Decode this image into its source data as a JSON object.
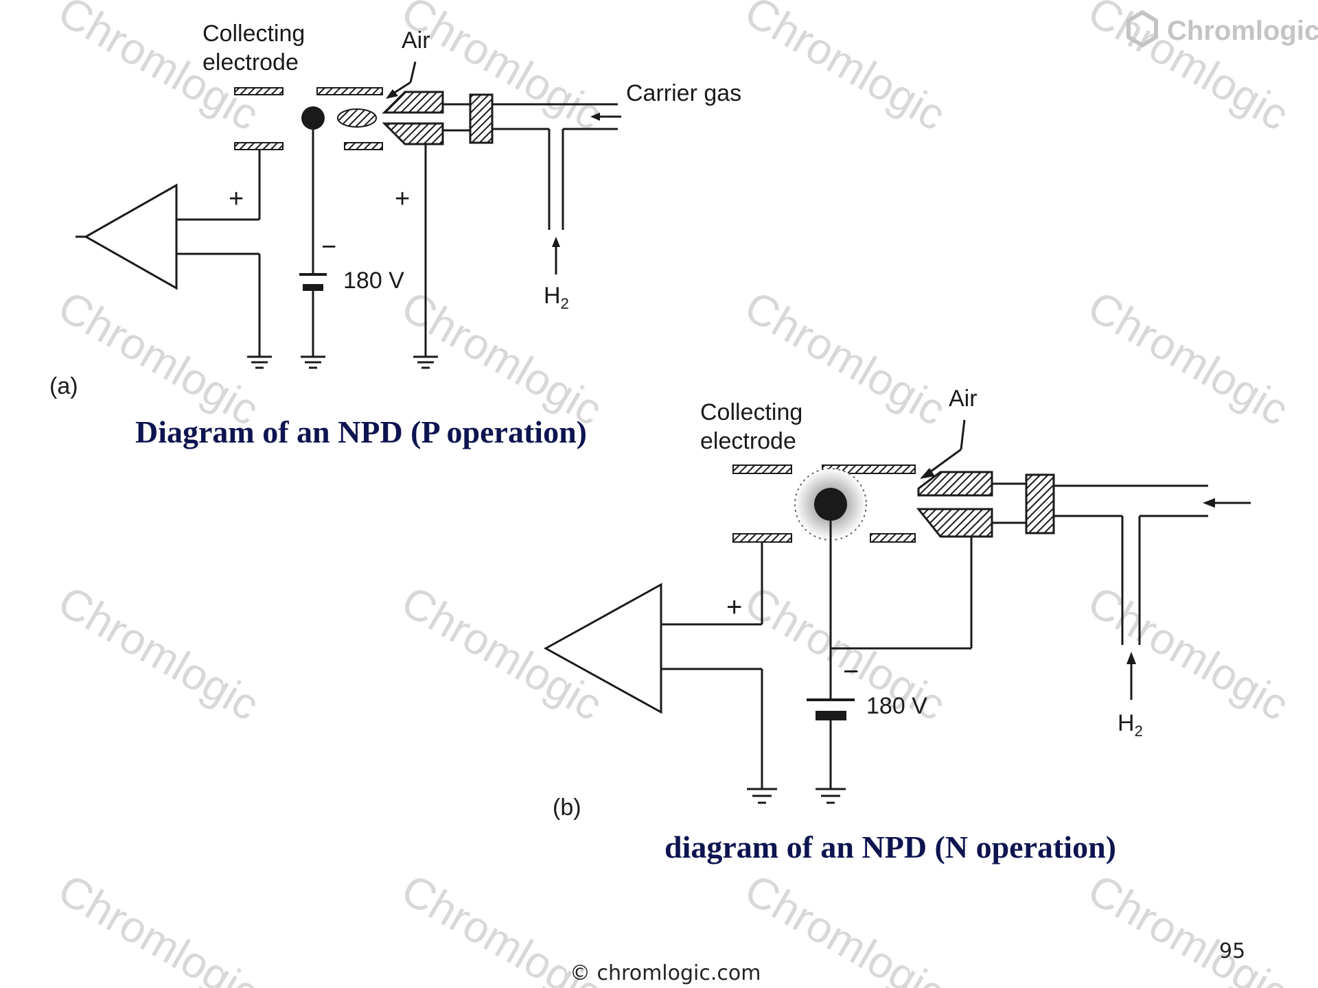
{
  "watermark": {
    "text": "Chromlogic"
  },
  "brand": {
    "logo_text": "Chromlogic"
  },
  "diagram_a": {
    "panel_label": "(a)",
    "collecting_label_line1": "Collecting",
    "collecting_label_line2": "electrode",
    "air_label": "Air",
    "carrier_gas_label": "Carrier gas",
    "plus_left": "+",
    "plus_right": "+",
    "minus": "−",
    "voltage": "180 V",
    "h2_main": "H",
    "h2_sub": "2",
    "caption": "Diagram of an NPD (P operation)"
  },
  "diagram_b": {
    "panel_label": "(b)",
    "collecting_label_line1": "Collecting",
    "collecting_label_line2": "electrode",
    "air_label": "Air",
    "plus_left": "+",
    "minus": "−",
    "voltage": "180 V",
    "h2_main": "H",
    "h2_sub": "2",
    "caption": "diagram of an NPD (N operation)"
  },
  "footer": {
    "copyright": "© chromlogic.com",
    "page_number": "95"
  },
  "colors": {
    "caption": "#0d1450",
    "line": "#1a1a1a",
    "watermark": "#d8d8d8"
  }
}
